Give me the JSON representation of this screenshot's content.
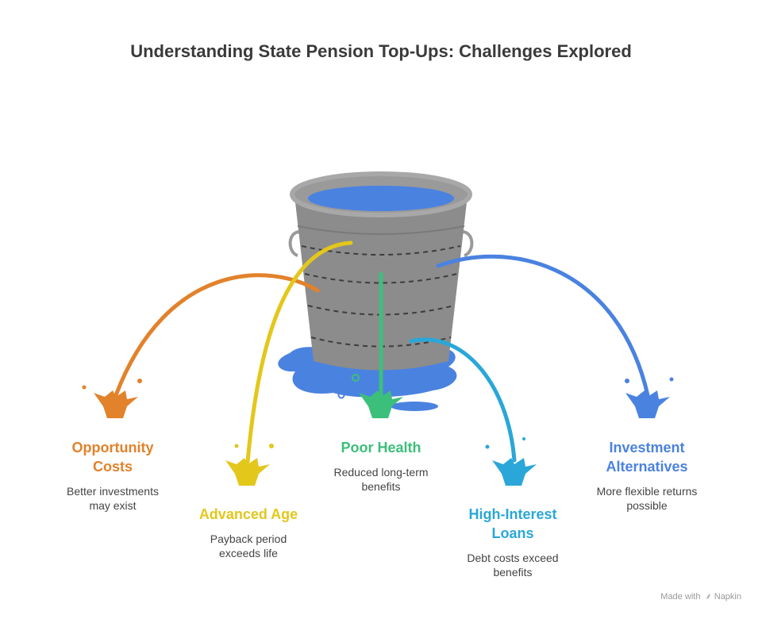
{
  "title": "Understanding State Pension Top-Ups: Challenges Explored",
  "items": [
    {
      "key": "opportunity",
      "title": "Opportunity Costs",
      "title_line1": "Opportunity",
      "title_line2": "Costs",
      "desc_line1": "Better investments",
      "desc_line2": "may exist",
      "color": "#E2822B"
    },
    {
      "key": "age",
      "title": "Advanced Age",
      "title_line1": "Advanced Age",
      "title_line2": "",
      "desc_line1": "Payback period",
      "desc_line2": "exceeds life",
      "color": "#E3C71B"
    },
    {
      "key": "health",
      "title": "Poor Health",
      "title_line1": "Poor Health",
      "title_line2": "",
      "desc_line1": "Reduced long-term",
      "desc_line2": "benefits",
      "color": "#3CBF7A"
    },
    {
      "key": "loans",
      "title": "High-Interest Loans",
      "title_line1": "High-Interest",
      "title_line2": "Loans",
      "desc_line1": "Debt costs exceed",
      "desc_line2": "benefits",
      "color": "#2AA7D8"
    },
    {
      "key": "investment",
      "title": "Investment Alternatives",
      "title_line1": "Investment",
      "title_line2": "Alternatives",
      "desc_line1": "More flexible returns",
      "desc_line2": "possible",
      "color": "#4A82E0"
    }
  ],
  "icons": {
    "bucket": "leaking-bucket-icon",
    "puddle": "water-puddle",
    "splash": "splash-icon"
  },
  "colors": {
    "bucket_body": "#8c8c8c",
    "bucket_rim": "#9a9a9a",
    "water": "#4A82E0",
    "title": "#3a3a3a"
  },
  "footer": {
    "made_with": "Made with",
    "brand": "Napkin"
  }
}
